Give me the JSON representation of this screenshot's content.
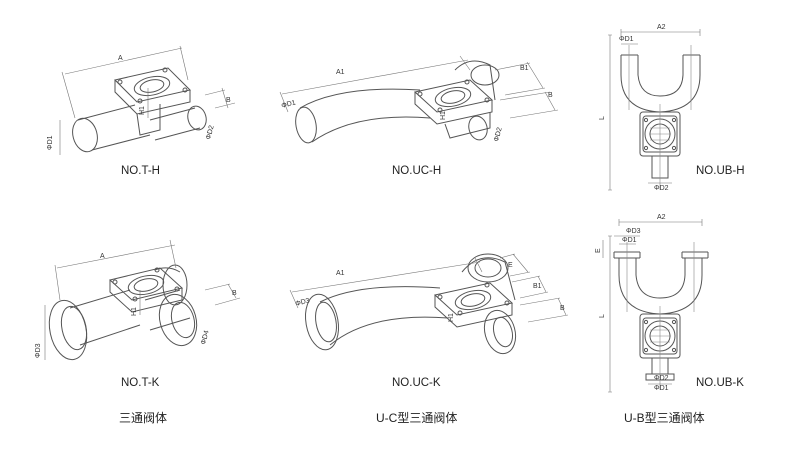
{
  "labels": {
    "t_h": "NO.T-H",
    "uc_h": "NO.UC-H",
    "ub_h": "NO.UB-H",
    "t_k": "NO.T-K",
    "uc_k": "NO.UC-K",
    "ub_k": "NO.UB-K"
  },
  "captions": {
    "tee": "三通阀体",
    "uc": "U-C型三通阀体",
    "ub": "U-B型三通阀体"
  },
  "dims": {
    "A": "A",
    "A1": "A1",
    "A2": "A2",
    "B": "B",
    "B1": "B1",
    "D1": "ΦD1",
    "D2": "ΦD2",
    "D3": "ΦD3",
    "D4": "ΦD4",
    "H1": "H1",
    "L": "L",
    "E": "E"
  }
}
